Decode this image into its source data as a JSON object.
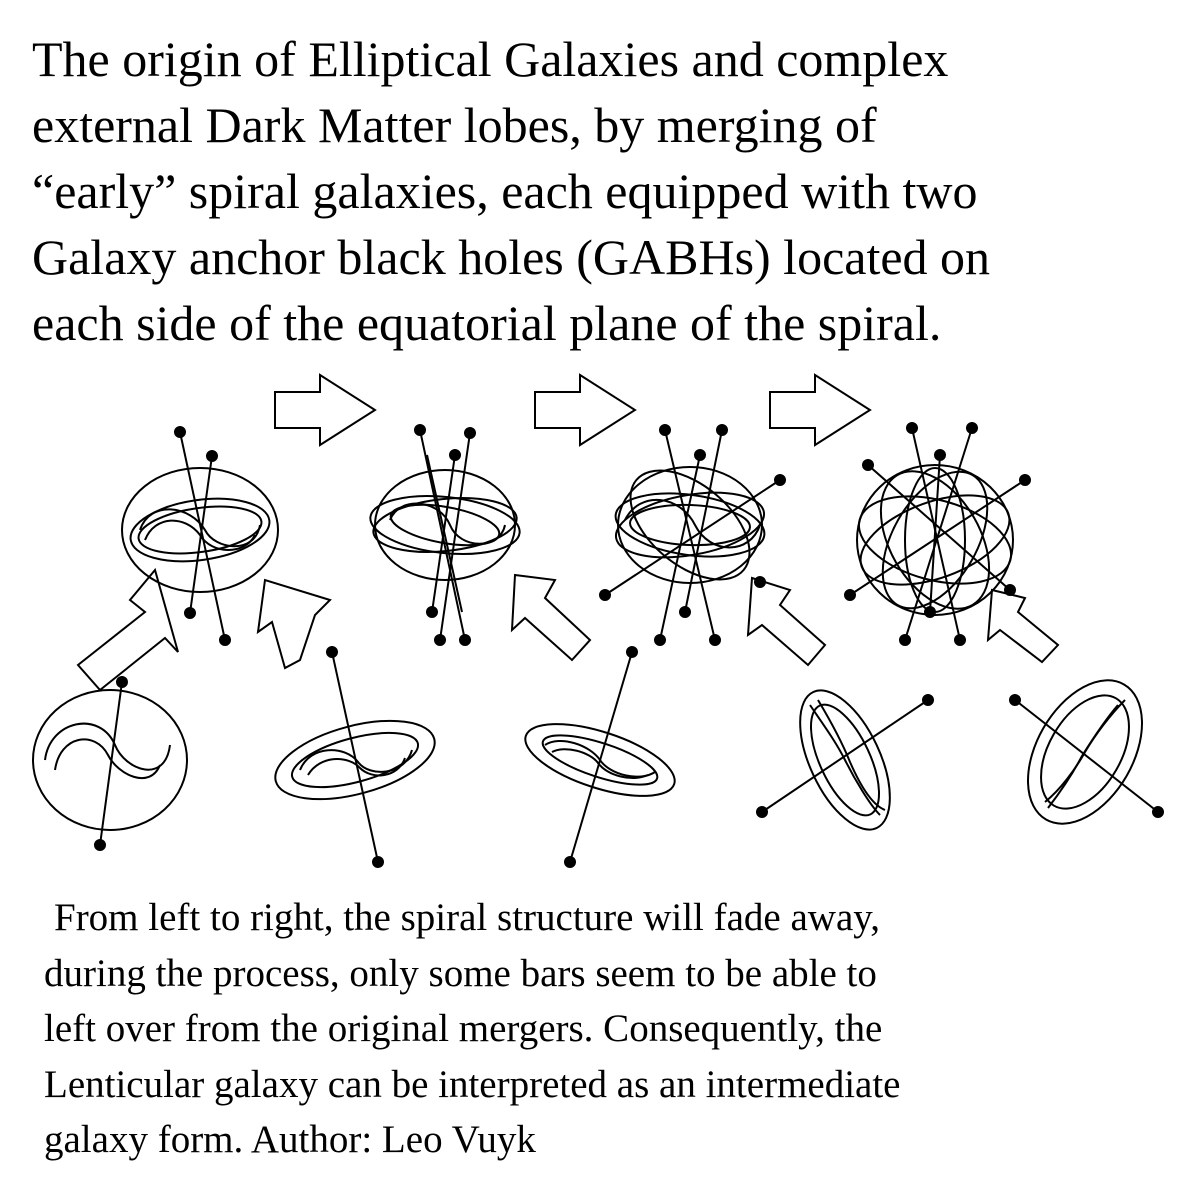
{
  "title_lines": [
    "The origin of Elliptical Galaxies and complex",
    "external Dark Matter lobes, by merging of",
    "“early” spiral galaxies, each equipped with two",
    "Galaxy anchor black holes (GABHs) located on",
    "each side of the equatorial plane of the spiral."
  ],
  "caption_lines": [
    "From left to right, the spiral structure will fade away,",
    "during the process, only some bars seem to be able to",
    "left over from the original mergers. Consequently, the",
    "Lenticular galaxy can be interpreted as an intermediate",
    "galaxy form. Author: Leo Vuyk"
  ],
  "colors": {
    "ink": "#000000",
    "background": "#ffffff"
  }
}
